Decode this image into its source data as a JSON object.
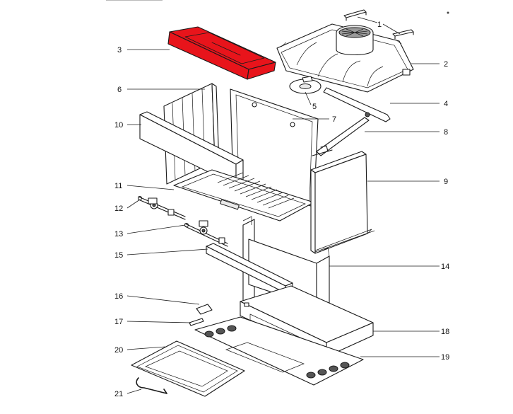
{
  "highlight_color": "#e8141b",
  "callouts": [
    {
      "id": "1",
      "label": "1"
    },
    {
      "id": "2",
      "label": "2"
    },
    {
      "id": "3",
      "label": "3"
    },
    {
      "id": "4",
      "label": "4"
    },
    {
      "id": "5",
      "label": "5"
    },
    {
      "id": "6",
      "label": "6"
    },
    {
      "id": "7",
      "label": "7"
    },
    {
      "id": "8",
      "label": "8"
    },
    {
      "id": "9",
      "label": "9"
    },
    {
      "id": "10",
      "label": "10"
    },
    {
      "id": "11",
      "label": "11"
    },
    {
      "id": "12",
      "label": "12"
    },
    {
      "id": "13",
      "label": "13"
    },
    {
      "id": "14",
      "label": "14"
    },
    {
      "id": "15",
      "label": "15"
    },
    {
      "id": "16",
      "label": "16"
    },
    {
      "id": "17",
      "label": "17"
    },
    {
      "id": "18",
      "label": "18"
    },
    {
      "id": "19",
      "label": "19"
    },
    {
      "id": "20",
      "label": "20"
    },
    {
      "id": "21",
      "label": "21"
    }
  ]
}
